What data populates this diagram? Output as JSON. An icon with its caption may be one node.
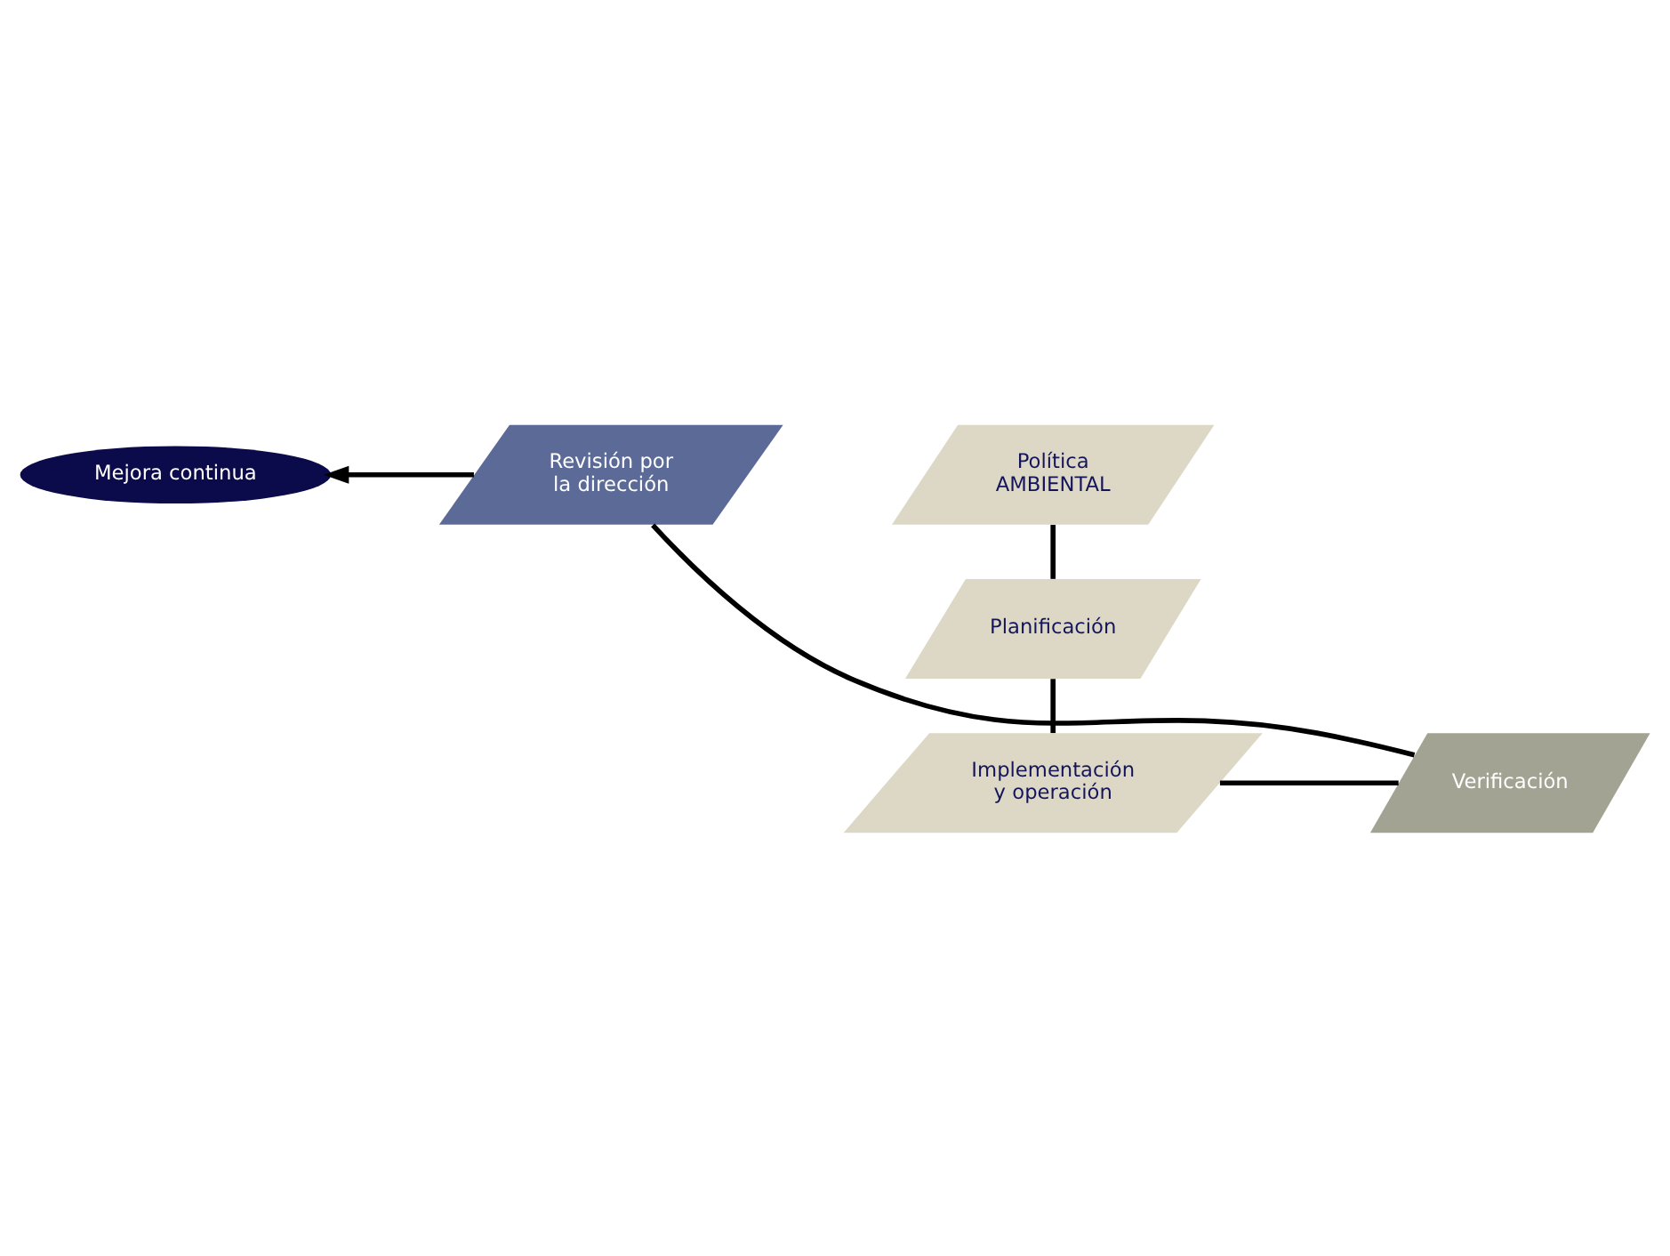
{
  "diagram": {
    "nodes": [
      {
        "text": [
          "Mejora continua"
        ]
      },
      {
        "text": [
          "Política AMBIENTAL"
        ]
      },
      {
        "text": [
          "Planificación"
        ]
      },
      {
        "text": [
          "Implementación y operación"
        ]
      },
      {
        "text": [
          "Verificación"
        ]
      },
      {
        "text": [
          "Revisión por la dirección"
        ]
      }
    ],
    "edges": [
      {
        "from": 1,
        "to": 2,
        "arrow": "none"
      },
      {
        "from": 2,
        "to": 3,
        "arrow": "none"
      },
      {
        "from": 3,
        "to": 4,
        "arrow": "none"
      },
      {
        "from": 4,
        "to": 5,
        "arrow": "none"
      },
      {
        "from": 5,
        "to": 0,
        "arrow": "to"
      }
    ]
  }
}
